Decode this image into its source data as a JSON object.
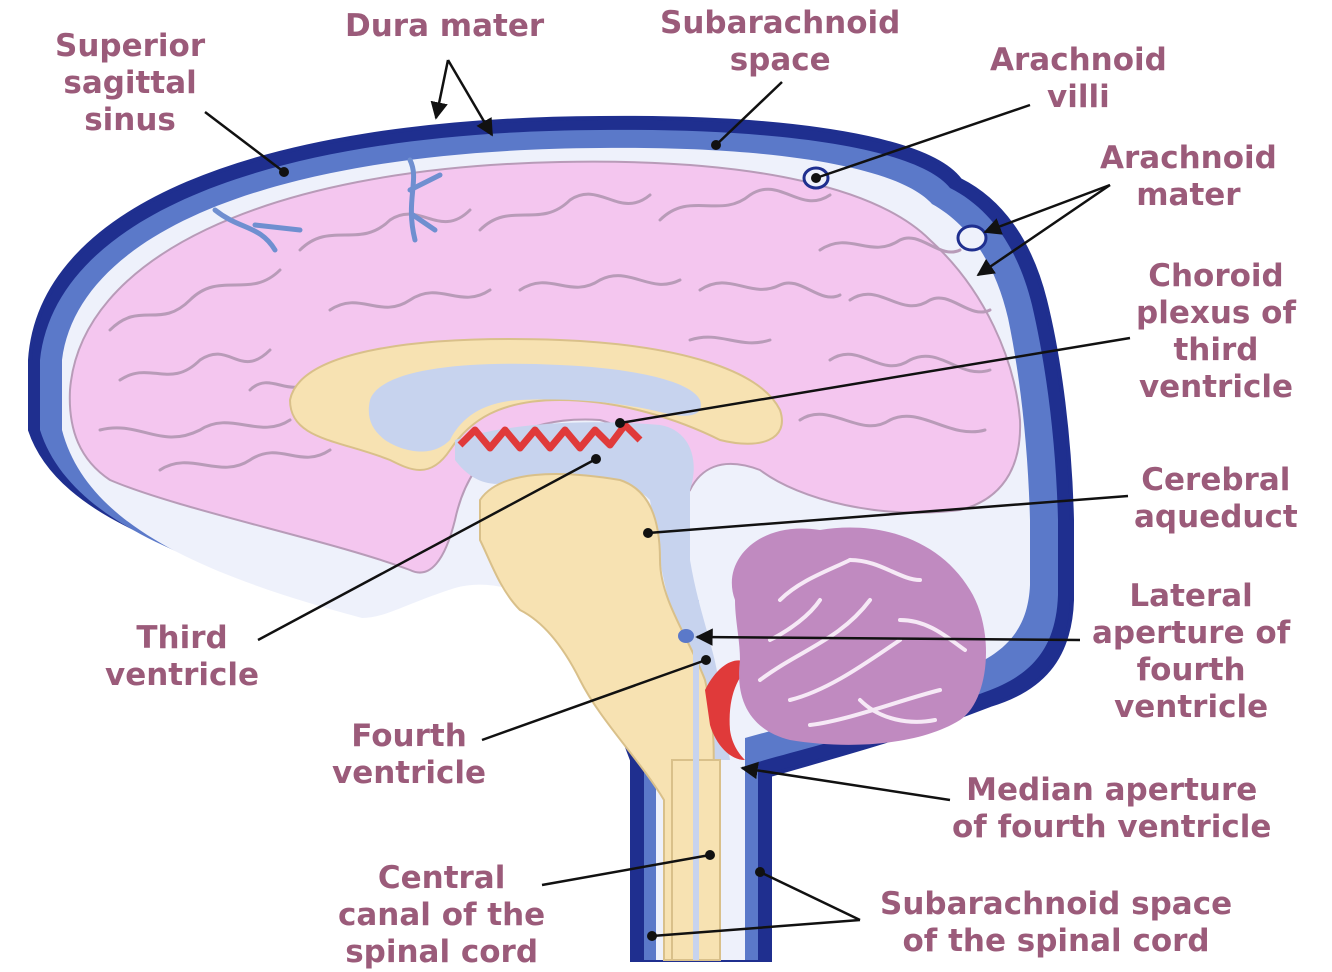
{
  "colors": {
    "dura": "#1f2f8f",
    "sinus_fill": "#5b79c9",
    "csf_space": "#eef1fb",
    "brain_pink": "#f4c6ef",
    "gyri_line": "#b89bb8",
    "white_matter": "#f7e2b2",
    "ventricle_csf": "#c7d3ee",
    "choroid_red": "#e03a3a",
    "cerebellum_purple": "#c08ac0",
    "label_text": "#9b5b7a",
    "leader_line": "#111111",
    "vein_blue": "#6f8fd0"
  },
  "labels": {
    "superior_sagittal_sinus": [
      "Superior",
      "sagittal",
      "sinus"
    ],
    "dura_mater": [
      "Dura mater"
    ],
    "subarachnoid_space": [
      "Subarachnoid",
      "space"
    ],
    "arachnoid_villi": [
      "Arachnoid",
      "villi"
    ],
    "arachnoid_mater": [
      "Arachnoid",
      "mater"
    ],
    "choroid_plexus": [
      "Choroid",
      "plexus of",
      "third",
      "ventricle"
    ],
    "cerebral_aqueduct": [
      "Cerebral",
      "aqueduct"
    ],
    "lateral_aperture": [
      "Lateral",
      "aperture of",
      "fourth",
      "ventricle"
    ],
    "median_aperture": [
      "Median aperture",
      "of fourth ventricle"
    ],
    "subarachnoid_spinal": [
      "Subarachnoid space",
      "of the spinal cord"
    ],
    "central_canal": [
      "Central",
      "canal of the",
      "spinal cord"
    ],
    "fourth_ventricle": [
      "Fourth",
      "ventricle"
    ],
    "third_ventricle": [
      "Third",
      "ventricle"
    ]
  }
}
